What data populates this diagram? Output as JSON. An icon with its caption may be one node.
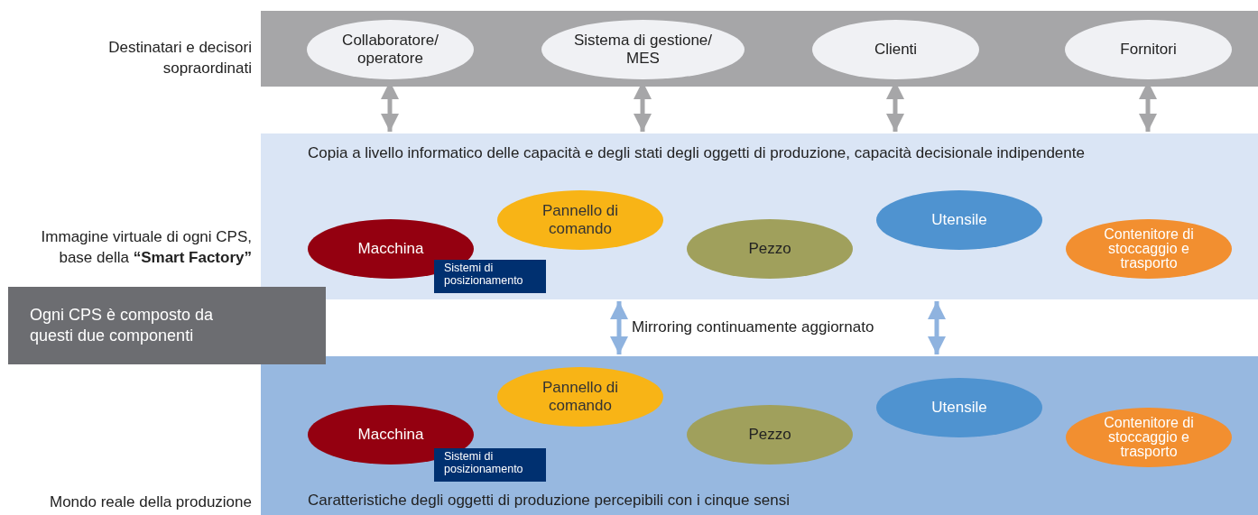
{
  "diagram": {
    "nodes": [
      {
        "text": [],
        "shape": "band"
      },
      {
        "text": [
          "Collaboratore/ operatore"
        ],
        "in": 0
      },
      {
        "text": [
          "Sistema di gestione/ MES"
        ],
        "in": 0
      },
      {
        "text": [
          "Clienti"
        ],
        "in": 0
      },
      {
        "text": [
          "Fornitori"
        ],
        "in": 0
      },
      {
        "text": [
          "Copia a livello informatico delle capacità e degli stati degli oggetti di produzione, capacità decisionale indipendente"
        ]
      },
      {
        "text": [
          "Macchina"
        ],
        "in": 5
      },
      {
        "text": [
          "Sistemi di posizionamento"
        ],
        "in": 5
      },
      {
        "text": [
          "Pannello di comando"
        ],
        "in": 5
      },
      {
        "text": [
          "Pezzo"
        ],
        "in": 5
      },
      {
        "text": [
          "Utensile"
        ],
        "in": 5
      },
      {
        "text": [
          "Contenitore di stoccaggio e trasporto"
        ],
        "in": 5
      },
      {
        "text": [
          "Caratteristiche degli oggetti di produzione percepibili con i cinque sensi"
        ]
      },
      {
        "text": [
          "Macchina"
        ],
        "in": 12
      },
      {
        "text": [
          "Sistemi di posizionamento"
        ],
        "in": 12
      },
      {
        "text": [
          "Pannello di comando"
        ],
        "in": 12
      },
      {
        "text": [
          "Pezzo"
        ],
        "in": 12
      },
      {
        "text": [
          "Utensile"
        ],
        "in": 12
      },
      {
        "text": [
          "Contenitore di stoccaggio e trasporto"
        ],
        "in": 12
      },
      {
        "text": [
          "Ogni CPS è composto da questi due componenti"
        ]
      }
    ],
    "edges": [
      {
        "from": 1,
        "to": 5,
        "arrow": "both"
      },
      {
        "from": 2,
        "to": 5,
        "arrow": "both"
      },
      {
        "from": 3,
        "to": 5,
        "arrow": "both"
      },
      {
        "from": 4,
        "to": 5,
        "arrow": "both"
      },
      {
        "from": 5,
        "to": 12,
        "arrow": "both",
        "color": "#8fb3df"
      },
      {
        "from": 5,
        "to": 12,
        "arrow": "both",
        "color": "#8fb3df"
      }
    ],
    "labels": [
      "Destinatari e decisori sopraordinati",
      "Immagine virtuale di ogni CPS, base della **“Smart Factory”**",
      "Mirroring continuamente aggiornato",
      "Mondo reale della produzione"
    ]
  }
}
